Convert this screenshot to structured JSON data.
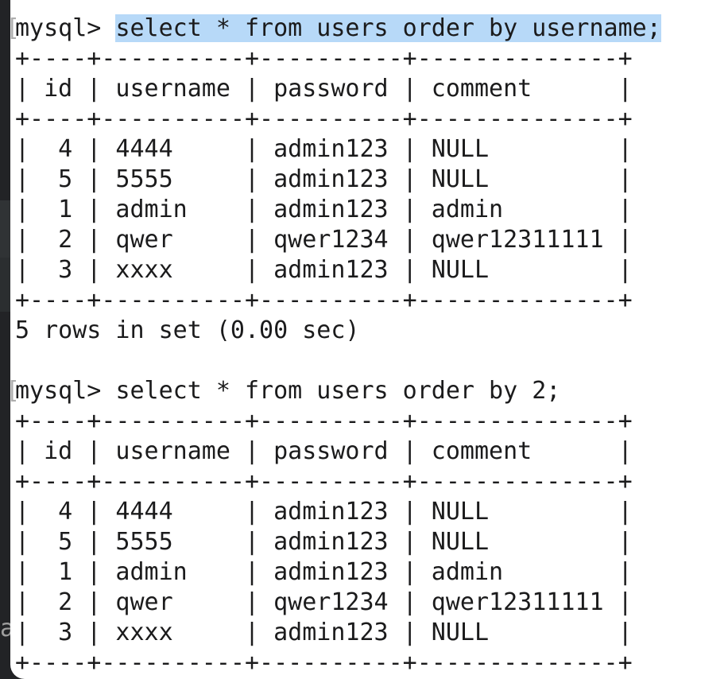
{
  "app": {
    "name": "terminal-mysql-session"
  },
  "colors": {
    "terminal_bg": "#ffffff",
    "text": "#1b1b1c",
    "selection": "#b7d9f8",
    "mark": "#aeaeae",
    "strip_base": "#222326",
    "strip_band1": "#303335",
    "strip_band2": "#2b2e30",
    "backdrop_letter_color": "#9e9e9e"
  },
  "backdrop": {
    "letter": "a"
  },
  "result_table": {
    "columns": [
      {
        "name": "id",
        "width": 2,
        "align": "right"
      },
      {
        "name": "username",
        "width": 8,
        "align": "left"
      },
      {
        "name": "password",
        "width": 8,
        "align": "left"
      },
      {
        "name": "comment",
        "width": 12,
        "align": "left"
      }
    ],
    "rows": [
      [
        "4",
        "4444",
        "admin123",
        "NULL"
      ],
      [
        "5",
        "5555",
        "admin123",
        "NULL"
      ],
      [
        "1",
        "admin",
        "admin123",
        "admin"
      ],
      [
        "2",
        "qwer",
        "qwer1234",
        "qwer12311111"
      ],
      [
        "3",
        "xxxx",
        "admin123",
        "NULL"
      ]
    ]
  },
  "session": {
    "prompt": "mysql> ",
    "mark": "[",
    "blocks": [
      {
        "type": "query",
        "command": "select * from users order by username;",
        "selected": true
      },
      {
        "type": "result-table"
      },
      {
        "type": "status",
        "text": "5 rows in set (0.00 sec)"
      },
      {
        "type": "blank"
      },
      {
        "type": "query",
        "command": "select * from users order by 2;",
        "selected": false
      },
      {
        "type": "result-table"
      }
    ]
  }
}
